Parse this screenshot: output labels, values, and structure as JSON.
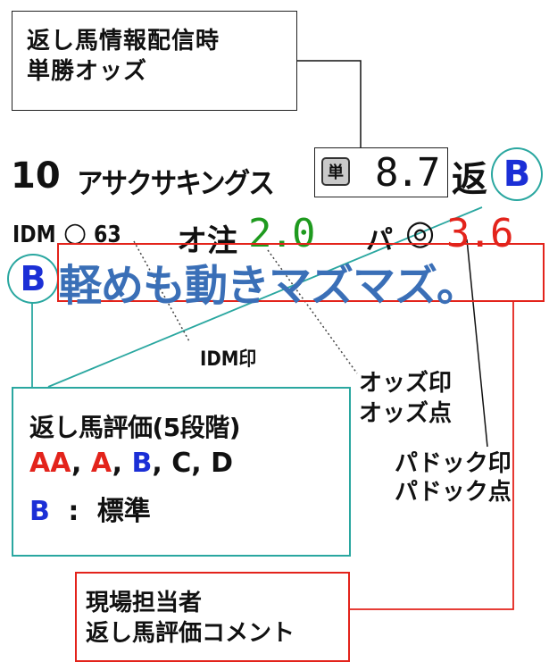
{
  "callout_top": {
    "line1": "返し馬情報配信時",
    "line2": "単勝オッズ"
  },
  "horse": {
    "number": "10",
    "name": "アサクサキングス",
    "tan_badge": "単",
    "odds": "8.7",
    "henshi_label": "返"
  },
  "eval_badge": "B",
  "row2": {
    "idm_prefix": "IDM",
    "idm_mark": "○",
    "idm_value": "63",
    "odds_mark_label": "オ注",
    "odds_point": "2.0",
    "paddock_label": "パ",
    "paddock_mark": "◎",
    "paddock_point": "3.6"
  },
  "comment": {
    "badge": "B",
    "text": "軽めも動きマズマズ。"
  },
  "labels": {
    "idm_mark": "IDM印",
    "odds_mark_1": "オッズ印",
    "odds_mark_2": "オッズ点",
    "paddock_mark_1": "パドック印",
    "paddock_mark_2": "パドック点"
  },
  "eval_box": {
    "title": "返し馬評価(5段階)",
    "grade_aa": "AA",
    "grade_a": "A",
    "grade_b": "B",
    "grade_c": "C",
    "grade_d": "D",
    "sep": ",",
    "standard_key": "B",
    "standard_sep": ":",
    "standard_label": "標準"
  },
  "comment_box": {
    "line1": "現場担当者",
    "line2": "返し馬評価コメント"
  },
  "colors": {
    "red": "#e3231b",
    "blue": "#1b2fd6",
    "green": "#1e9a1e",
    "teal": "#2aa7a0",
    "comment_blue": "#3a6fb7",
    "dark_red": "#c81e1e"
  }
}
